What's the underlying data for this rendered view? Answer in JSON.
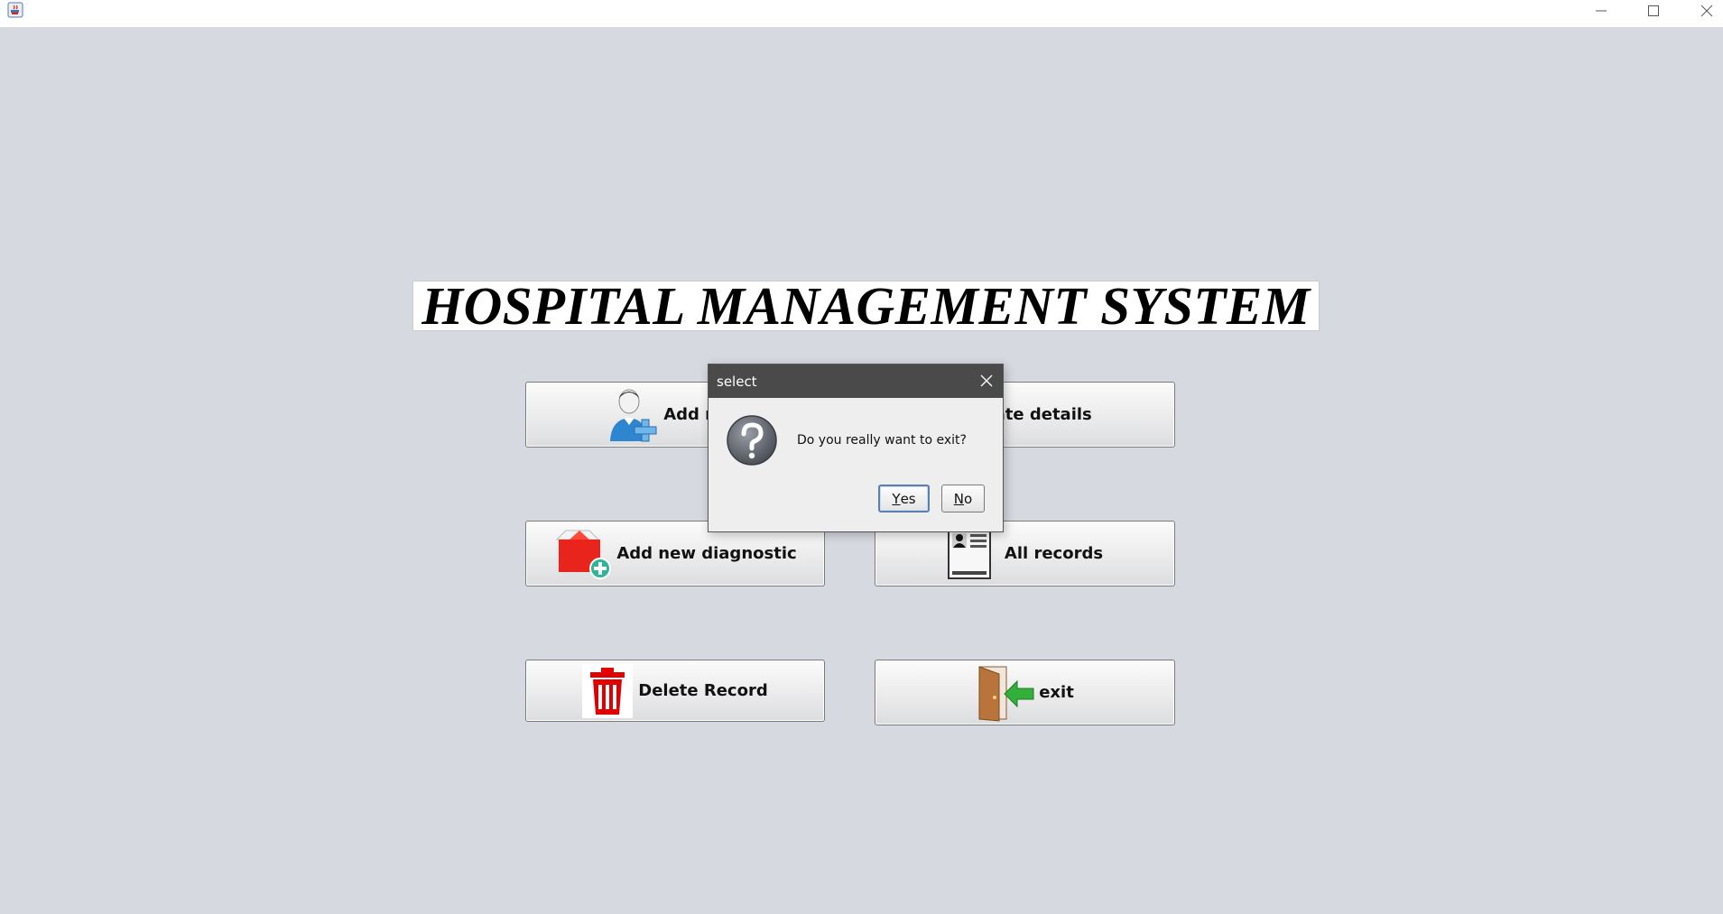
{
  "window": {
    "icons": {
      "app": "java-coffee-icon",
      "minimize": "minimize-icon",
      "maximize": "maximize-icon",
      "close": "close-icon"
    }
  },
  "banner": {
    "title": "HOSPITAL MANAGEMENT SYSTEM"
  },
  "menu": {
    "add_patient": {
      "label": "Add new",
      "icon": "add-user-icon"
    },
    "update": {
      "label": "Update details",
      "icon": "edit-icon"
    },
    "diagnostic": {
      "label": "Add new diagnostic",
      "icon": "add-box-icon"
    },
    "records": {
      "label": "All records",
      "icon": "id-card-icon"
    },
    "delete": {
      "label": "Delete Record",
      "icon": "trash-icon"
    },
    "exit": {
      "label": "exit",
      "icon": "door-exit-icon"
    }
  },
  "dialog": {
    "title": "select",
    "message": "Do you really want to exit?",
    "icon": "question-icon",
    "yes": {
      "mnemonic": "Y",
      "rest": "es"
    },
    "no": {
      "mnemonic": "N",
      "rest": "o"
    }
  },
  "colors": {
    "background": "#d6d9e0",
    "dialog_titlebar": "#4a4a4a",
    "trash_red": "#e00000",
    "exit_arrow_green": "#33b03a",
    "user_blue": "#2f86d0"
  }
}
